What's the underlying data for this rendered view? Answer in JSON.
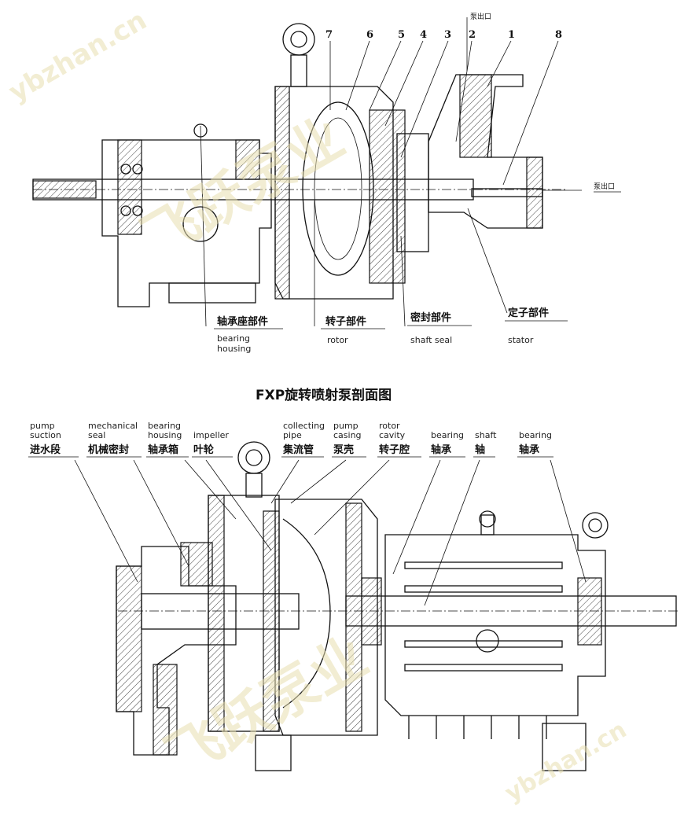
{
  "top": {
    "numbers": [
      "7",
      "6",
      "5",
      "4",
      "3",
      "2",
      "1",
      "8"
    ],
    "outlet_top": "泵出口",
    "outlet_right": "泵出口",
    "parts": [
      {
        "zh": "轴承座部件",
        "en": "bearing\nhousing"
      },
      {
        "zh": "转子部件",
        "en": "rotor"
      },
      {
        "zh": "密封部件",
        "en": "shaft seal"
      },
      {
        "zh": "定子部件",
        "en": "stator"
      }
    ]
  },
  "title": "FXP旋转喷射泵剖面图",
  "bottom": {
    "labels": [
      {
        "en": "pump\nsuction",
        "zh": "进水段"
      },
      {
        "en": "mechanical\nseal",
        "zh": "机械密封"
      },
      {
        "en": "bearing\nhousing",
        "zh": "轴承箱"
      },
      {
        "en": "impeller",
        "zh": "叶轮"
      },
      {
        "en": "collecting\npipe",
        "zh": "集流管"
      },
      {
        "en": "pump\ncasing",
        "zh": "泵壳"
      },
      {
        "en": "rotor\ncavity",
        "zh": "转子腔"
      },
      {
        "en": "bearing",
        "zh": "轴承"
      },
      {
        "en": "shaft",
        "zh": "轴"
      },
      {
        "en": "bearing",
        "zh": "轴承"
      }
    ]
  },
  "watermarks": [
    "ybzhan.cn",
    "飞跃泵业",
    "飞跃泵业",
    "ybzhan.cn"
  ]
}
